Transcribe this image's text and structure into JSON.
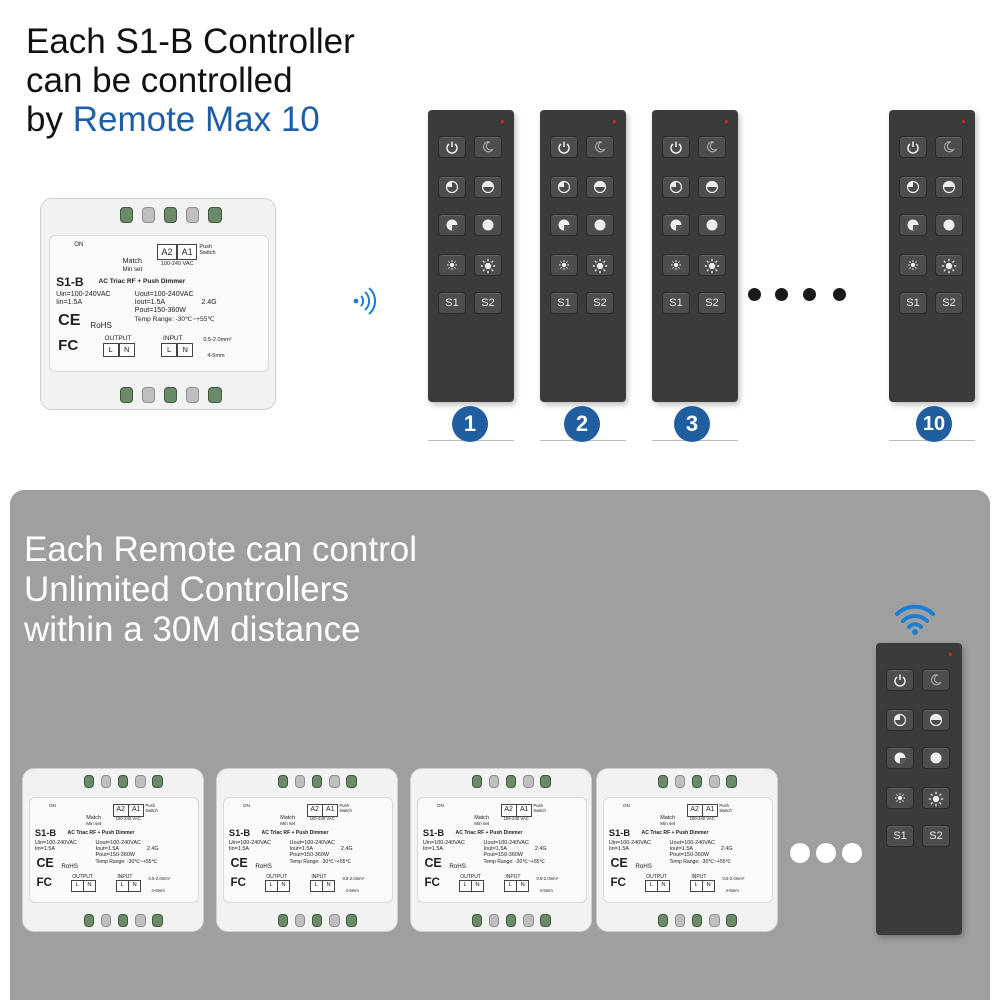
{
  "headline": {
    "line1": "Each S1-B Controller",
    "line2": "can be controlled",
    "line3_prefix": "by ",
    "line3_accent": "Remote Max 10",
    "accent_color": "#1d5fa6"
  },
  "subheadline": {
    "line1": "Each Remote can control",
    "line2": "Unlimited Controllers",
    "line3": "within a 30M distance"
  },
  "remote_numbers": [
    "1",
    "2",
    "3",
    "10"
  ],
  "remote_buttons": {
    "s1": "S1",
    "s2": "S2"
  },
  "controller": {
    "model": "S1-B",
    "title": "AC Triac RF + Push Dimmer",
    "uin": "Uin=100-240VAC",
    "iin": "Iin=1.5A",
    "uout": "Uout=100-240VAC",
    "iout": "Iout=1.5A",
    "pout": "Pout=150-360W",
    "temp": "Temp Range: -30℃~+55℃",
    "freq": "2.4G",
    "rohs": "RoHS",
    "ce": "CE",
    "fc": "FC",
    "on": "ON",
    "match": "Match",
    "min_set": "Min set",
    "a2": "A2",
    "a1": "A1",
    "vac": "100-240 VAC",
    "push_switch": "Push Switch",
    "output": "OUTPUT",
    "input": "INPUT",
    "l": "L",
    "n": "N",
    "wire": "0.5-2.0mm²",
    "strip": "4-5mm"
  },
  "colors": {
    "panel": "#9f9f9f",
    "remote": "#3b3b3b",
    "badge": "#1f5fa0",
    "wifi": "#1a7fd4"
  },
  "icons": [
    "power-icon",
    "moon-icon",
    "quarter-dim-icon",
    "half-dim-icon",
    "three-quarter-icon",
    "full-brightness-icon",
    "small-sun-icon",
    "large-sun-icon",
    "wifi-signal-icon"
  ]
}
